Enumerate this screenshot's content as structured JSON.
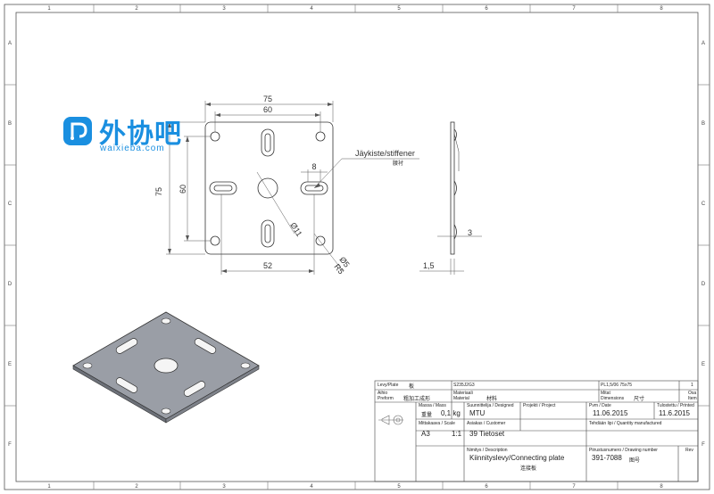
{
  "sheet": {
    "col_labels": [
      "1",
      "2",
      "3",
      "4",
      "5",
      "6",
      "7",
      "8"
    ],
    "row_labels": [
      "A",
      "B",
      "C",
      "D",
      "E",
      "F"
    ]
  },
  "dims": {
    "w75": "75",
    "w60": "60",
    "h75": "75",
    "h60": "60",
    "w52": "52",
    "d8": "8",
    "d11": "Ø11",
    "d5": "Ø5",
    "r5": "R5",
    "t3": "3",
    "t15": "1,5"
  },
  "callout": {
    "en": "Jäykiste/stiffener",
    "cn": "腰衬"
  },
  "logo": {
    "cn": "外协吧",
    "url": "waixieba.com"
  },
  "title_block": {
    "levy_label": "Levy/Plate",
    "levy_cn": "板",
    "levy_val": "S235J2G3",
    "pl_val": "PL1,5/06 75x75",
    "pl_qty": "1",
    "aihio_label": "Aihio\nPreform",
    "aihio_cn": "粗加工成形",
    "materiaali_label": "Materiaali\nMaterial",
    "materiaali_cn": "材料",
    "mitat_label": "Mitat\nDimensions",
    "mitat_cn": "尺寸",
    "osa_label": "Osa\nItem",
    "massa_label": "Massa / Mass",
    "massa_cn": "重量",
    "massa_val": "0,1 kg",
    "suunnittelija_label": "Suunnittelija / Designed",
    "suunnittelija_val": "MTU",
    "projekti_label": "Projekti / Project",
    "pvm_label": "Pvm / Date",
    "pvm_val": "11.06.2015",
    "tulostettu_label": "Tulostettu / Printed",
    "tulostettu_val": "11.6.2015",
    "mittakaava_label": "Mittakaava / Scale",
    "size_val": "A3",
    "scale_val": "1:1",
    "asiakas_label": "Asiakas / Customer",
    "asiakas_val": "39 Tietoset",
    "tehdas_label": "Tehdään lipi / Quantity manufactured",
    "nimitys_label": "Nimitys / Description",
    "nimitys_val": "Kiinnityslevy/Connecting plate",
    "nimitys_cn": "连接板",
    "piirustus_label": "Piirustusnumero / Drawing number",
    "piirustus_val": "391-7088",
    "piirustus_cn": "图号",
    "rev_label": "Rev"
  }
}
